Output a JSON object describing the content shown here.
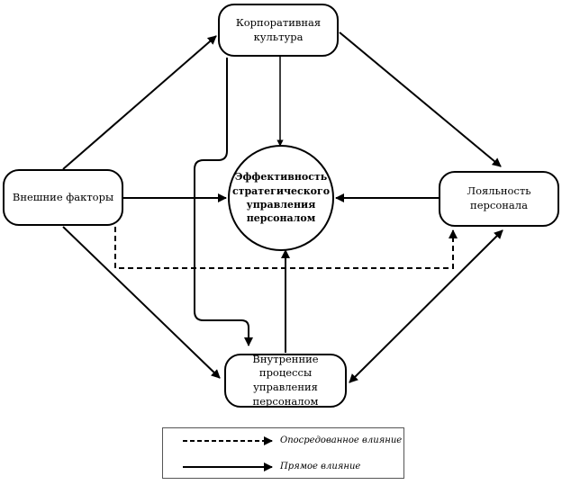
{
  "nodes": {
    "culture": "Корпоративная культура",
    "external": "Внешние факторы",
    "loyalty": "Лояльность персонала",
    "internal": "Внутренние процессы управления персоналом",
    "center": "Эффективность стратегического управления персоналом"
  },
  "legend": {
    "indirect": "Опосредованное влияние",
    "direct": "Прямое влияние"
  }
}
